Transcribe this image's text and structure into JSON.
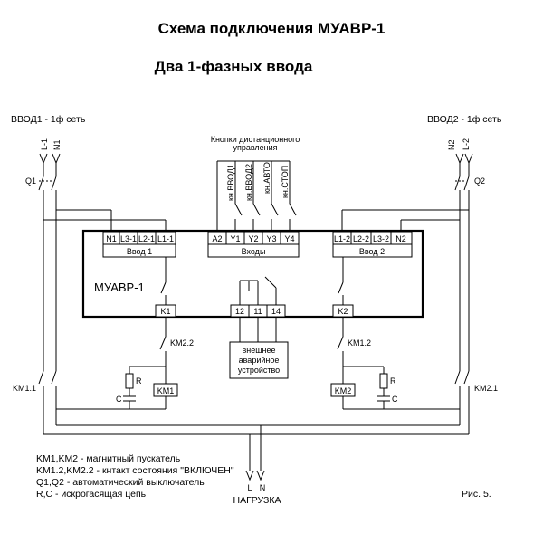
{
  "title": "Схема подключения МУАВР-1",
  "subtitle": "Два 1-фазных ввода",
  "input1": {
    "label": "ВВОД1 - 1ф сеть",
    "wire_l": "L-1",
    "wire_n": "N1",
    "breaker": "Q1",
    "contactor_contact": "KM1.1",
    "terminals": [
      "N1",
      "L3-1",
      "L2-1",
      "L1-1"
    ],
    "group_label": "Ввод 1"
  },
  "input2": {
    "label": "ВВОД2 - 1ф сеть",
    "wire_n": "N2",
    "wire_l": "L-2",
    "breaker": "Q2",
    "contactor_contact": "KM2.1",
    "terminals": [
      "L1-2",
      "L2-2",
      "L3-2",
      "N2"
    ],
    "group_label": "Ввод 2"
  },
  "remote": {
    "caption_line1": "Кнопки дистанционного",
    "caption_line2": "управления",
    "buttons": [
      "кн.ВВОД1",
      "кн.ВВОД2",
      "кн.АВТО",
      "кн.СТОП"
    ],
    "terminals": [
      "A2",
      "Y1",
      "Y2",
      "Y3",
      "Y4"
    ],
    "group_label": "Входы"
  },
  "device": {
    "name": "МУАВР-1",
    "k1": "K1",
    "k2": "K2",
    "alarm_terminals": [
      "12",
      "11",
      "14"
    ]
  },
  "alarm_device": {
    "line1": "внешнее",
    "line2": "аварийное",
    "line3": "устройство"
  },
  "left_coil": {
    "interlock": "KM2.2",
    "r": "R",
    "c": "C",
    "coil": "KM1"
  },
  "right_coil": {
    "interlock": "KM1.2",
    "r": "R",
    "c": "C",
    "coil": "KM2"
  },
  "load": {
    "l": "L",
    "n": "N",
    "label": "НАГРУЗКА"
  },
  "legend": [
    "KM1,KM2 - магнитный пускатель",
    "KM1.2,KM2.2 - кнтакт состояния \"ВКЛЮЧЕН\"",
    "Q1,Q2 - автоматический выключатель",
    "R,C - искрогасящая цепь"
  ],
  "figure_label": "Рис. 5."
}
